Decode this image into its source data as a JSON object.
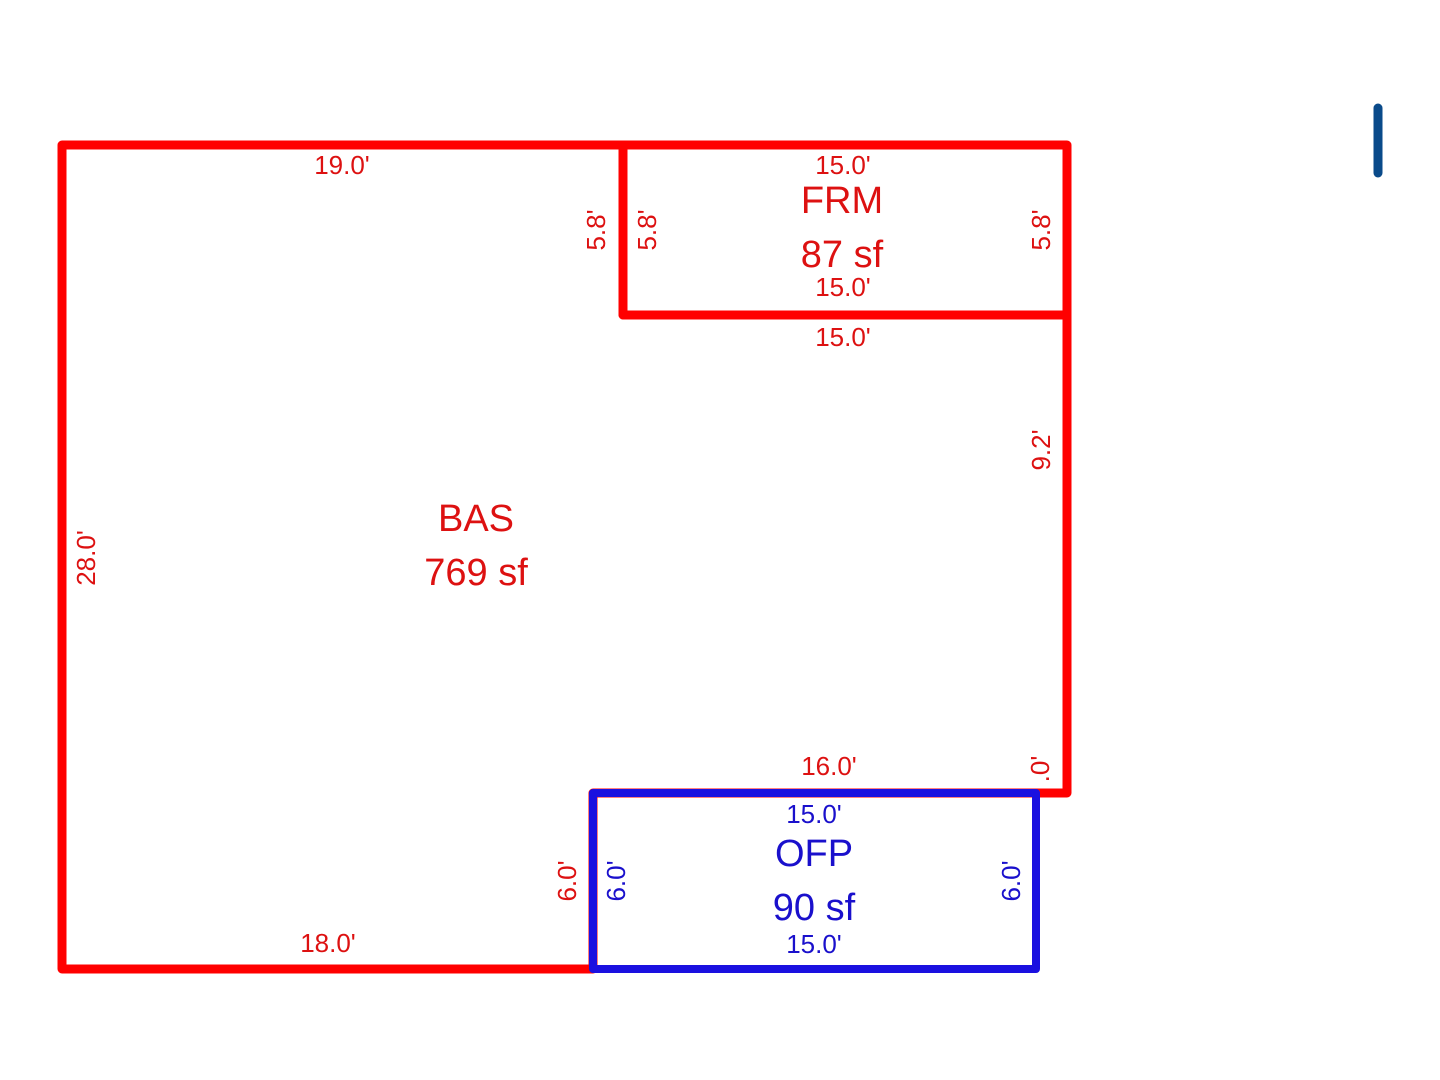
{
  "colors": {
    "bas": "#ff0000",
    "frm": "#ff0000",
    "ofp": "#1a10e0",
    "text_red": "#dd1111",
    "text_blue": "#1a10cc",
    "marker": "#0a4a8a"
  },
  "areas": {
    "bas": {
      "code": "BAS",
      "area": "769 sf"
    },
    "frm": {
      "code": "FRM",
      "area": "87 sf"
    },
    "ofp": {
      "code": "OFP",
      "area": "90 sf"
    }
  },
  "dimensions": {
    "bas_top": "19.0'",
    "bas_left": "28.0'",
    "bas_bottom": "18.0'",
    "bas_notch_left": "5.8'",
    "bas_notch_bottom": "15.0'",
    "bas_right": "9.2'",
    "bas_inner_bottom": "16.0'",
    "bas_short_right": ".0'",
    "bas_inner_left": "6.0'",
    "frm_top": "15.0'",
    "frm_left": "5.8'",
    "frm_right": "5.8'",
    "frm_bottom": "15.0'",
    "ofp_top": "15.0'",
    "ofp_left": "6.0'",
    "ofp_right": "6.0'",
    "ofp_bottom": "15.0'"
  }
}
